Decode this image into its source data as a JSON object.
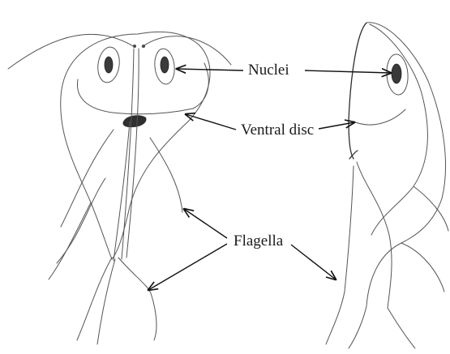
{
  "labels": {
    "nuclei": "Nuclei",
    "ventral_disc": "Ventral disc",
    "flagella": "Flagella"
  },
  "colors": {
    "line": "#555555",
    "ink": "#111111",
    "background": "#ffffff"
  }
}
